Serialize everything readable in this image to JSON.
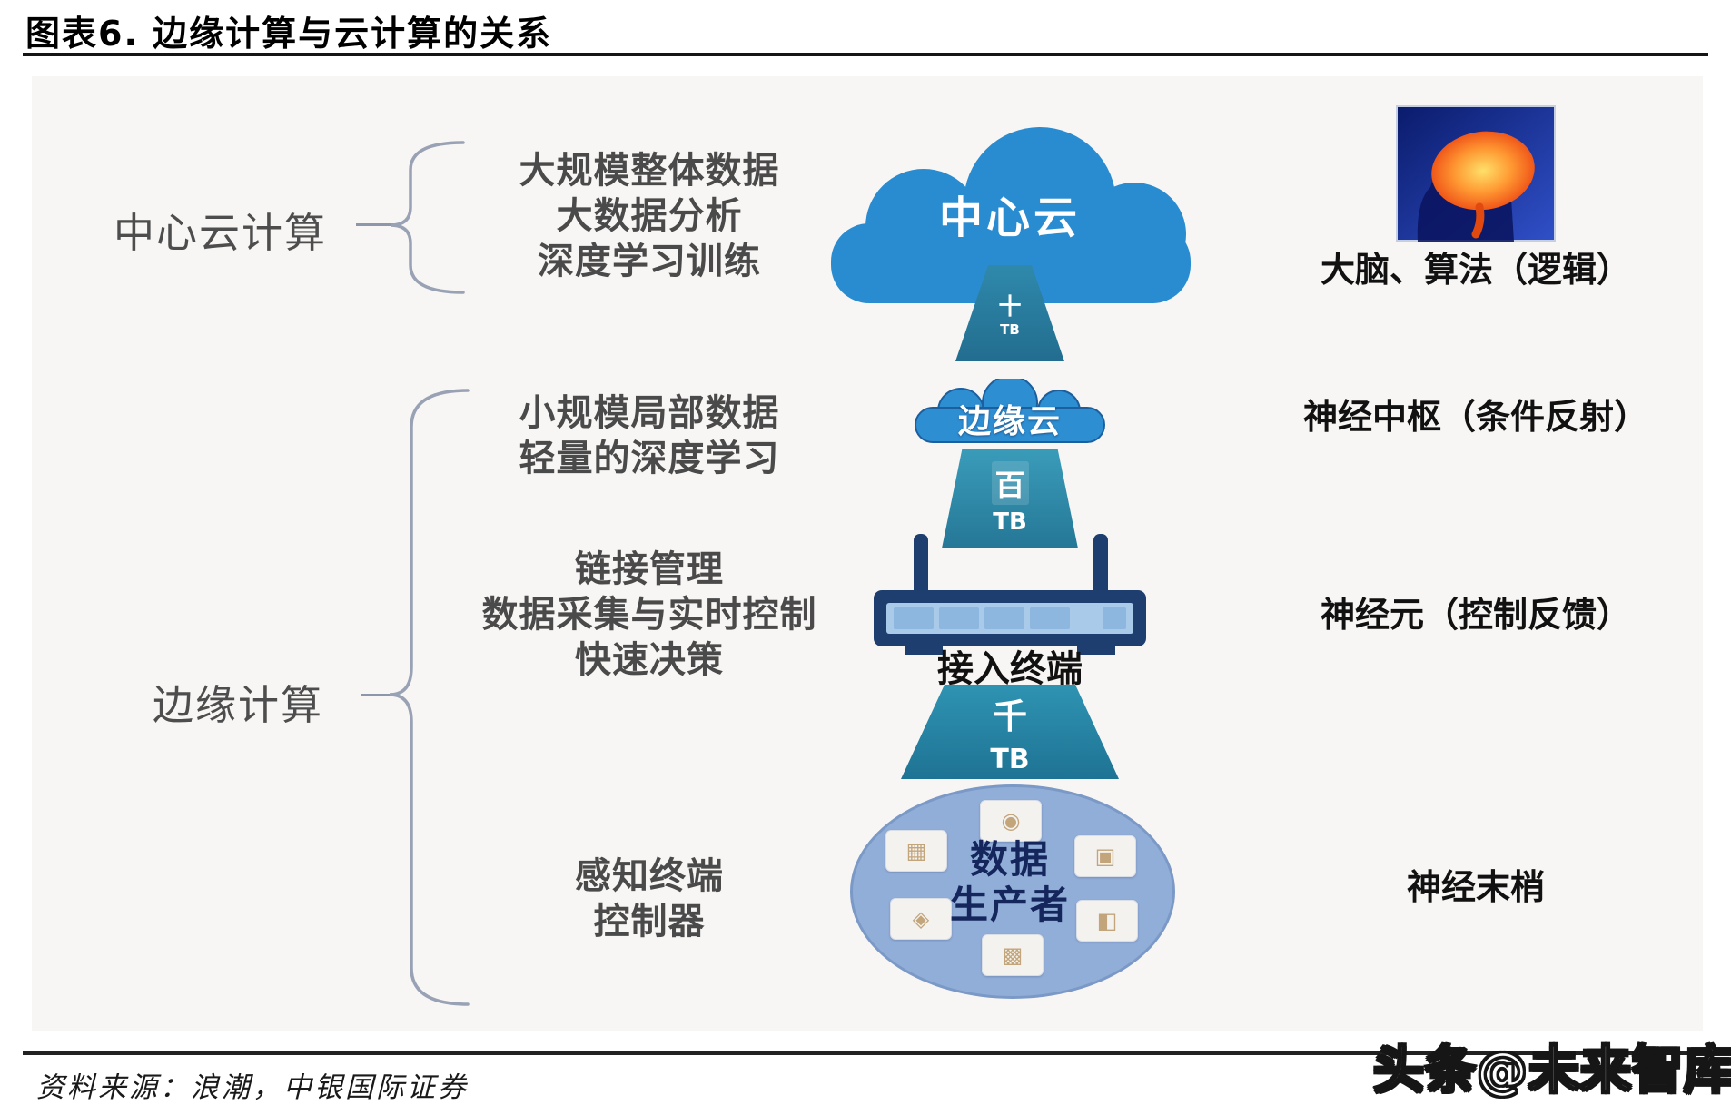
{
  "title": "图表6. 边缘计算与云计算的关系",
  "left_labels": {
    "center_cloud_computing": "中心云计算",
    "edge_computing": "边缘计算"
  },
  "descriptions": {
    "central": [
      "大规模整体数据",
      "大数据分析",
      "深度学习训练"
    ],
    "edge_cloud": [
      "小规模局部数据",
      "轻量的深度学习"
    ],
    "access": [
      "链接管理",
      "数据采集与实时控制",
      "快速决策"
    ],
    "perception": [
      "感知终端",
      "控制器"
    ]
  },
  "center": {
    "central_cloud": "中心云",
    "edge_cloud": "边缘云",
    "flow_ten": {
      "unit": "十",
      "tb": "TB"
    },
    "flow_hundred": {
      "unit": "百",
      "tb": "TB"
    },
    "flow_thousand": {
      "unit": "千",
      "tb": "TB"
    },
    "access_terminal": "接入终端",
    "data_producer": [
      "数据",
      "生产者"
    ]
  },
  "producer_tiles": [
    {
      "name": "webcam-icon",
      "glyph": "◉"
    },
    {
      "name": "factory-icon",
      "glyph": "▦"
    },
    {
      "name": "camera-icon",
      "glyph": "▣"
    },
    {
      "name": "handset-icon",
      "glyph": "◈"
    },
    {
      "name": "car-icon",
      "glyph": "◧"
    },
    {
      "name": "chip-icon",
      "glyph": "▩"
    }
  ],
  "right_labels": {
    "brain": "大脑、算法（逻辑）",
    "nerve_center": "神经中枢（条件反射）",
    "neuron": "神经元（控制反馈）",
    "nerve_endings": "神经末梢"
  },
  "footer": {
    "source": "资料来源：浪潮，中银国际证券",
    "watermark": "头条@未来智库"
  },
  "colors": {
    "cloud_blue": "#2a8cd0",
    "funnel_teal": "#2f93b2",
    "router_navy": "#1d3e6e",
    "producer_ellipse": "#91aed8",
    "producer_text": "#14265c",
    "desc_gray": "#4a4a4a"
  }
}
